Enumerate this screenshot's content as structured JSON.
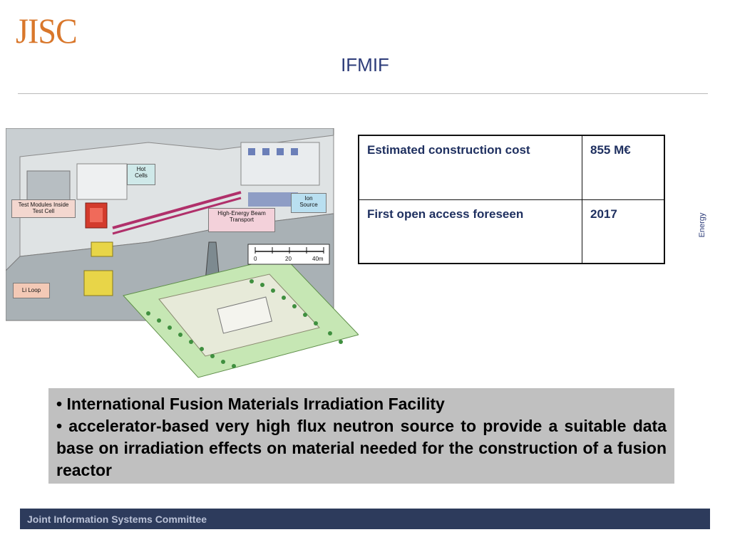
{
  "header": {
    "logo_text": "JISC",
    "title": "IFMIF",
    "side_label": "Energy"
  },
  "figure": {
    "labels": {
      "hot_cells": "Hot\nCells",
      "test_modules": "Test Modules Inside\nTest Cell",
      "ion_source": "Ion\nSource",
      "beam_transport": "High-Energy Beam\nTransport",
      "li_loop": "Li Loop",
      "scale_0": "0",
      "scale_20": "20",
      "scale_40": "40m"
    }
  },
  "table": {
    "rows": [
      {
        "label": "Estimated construction cost",
        "value": "855 M€"
      },
      {
        "label": "First open access foreseen",
        "value": "2017"
      }
    ]
  },
  "bullets": [
    "International Fusion Materials Irradiation Facility",
    "accelerator-based very high flux neutron source to provide a suitable data base on irradiation effects on material needed for the construction of a fusion reactor"
  ],
  "footer": {
    "text": "Joint Information Systems Committee"
  },
  "colors": {
    "logo": "#d9772b",
    "title": "#2e3d7a",
    "footer_bg": "#2d3b5c",
    "bullet_bg": "#c0c0c0"
  }
}
